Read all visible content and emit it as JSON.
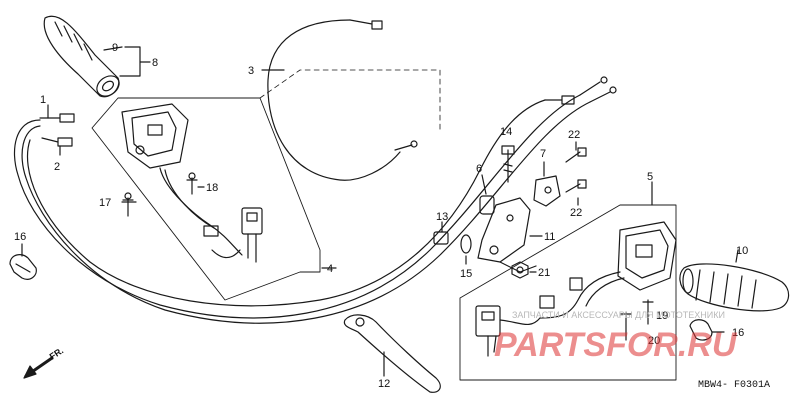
{
  "parts": {
    "p1": "1",
    "p2": "2",
    "p3": "3",
    "p4": "4",
    "p5": "5",
    "p6": "6",
    "p7": "7",
    "p8": "8",
    "p9": "9",
    "p10": "10",
    "p11": "11",
    "p12": "12",
    "p13": "13",
    "p14": "14",
    "p15": "15",
    "p16a": "16",
    "p16b": "16",
    "p17": "17",
    "p18": "18",
    "p19": "19",
    "p20": "20",
    "p21": "21",
    "p22a": "22",
    "p22b": "22"
  },
  "direction": "FR.",
  "diagram_code": "MBW4- F0301A",
  "watermark": {
    "tagline": "ЗАПЧАСТИ И АКСЕССУАРЫ ДЛЯ МОТОТЕХНИКИ",
    "brand": "PARTSFOR.RU"
  },
  "colors": {
    "ink": "#1a1a1a",
    "watermark_red": "#d33333"
  }
}
